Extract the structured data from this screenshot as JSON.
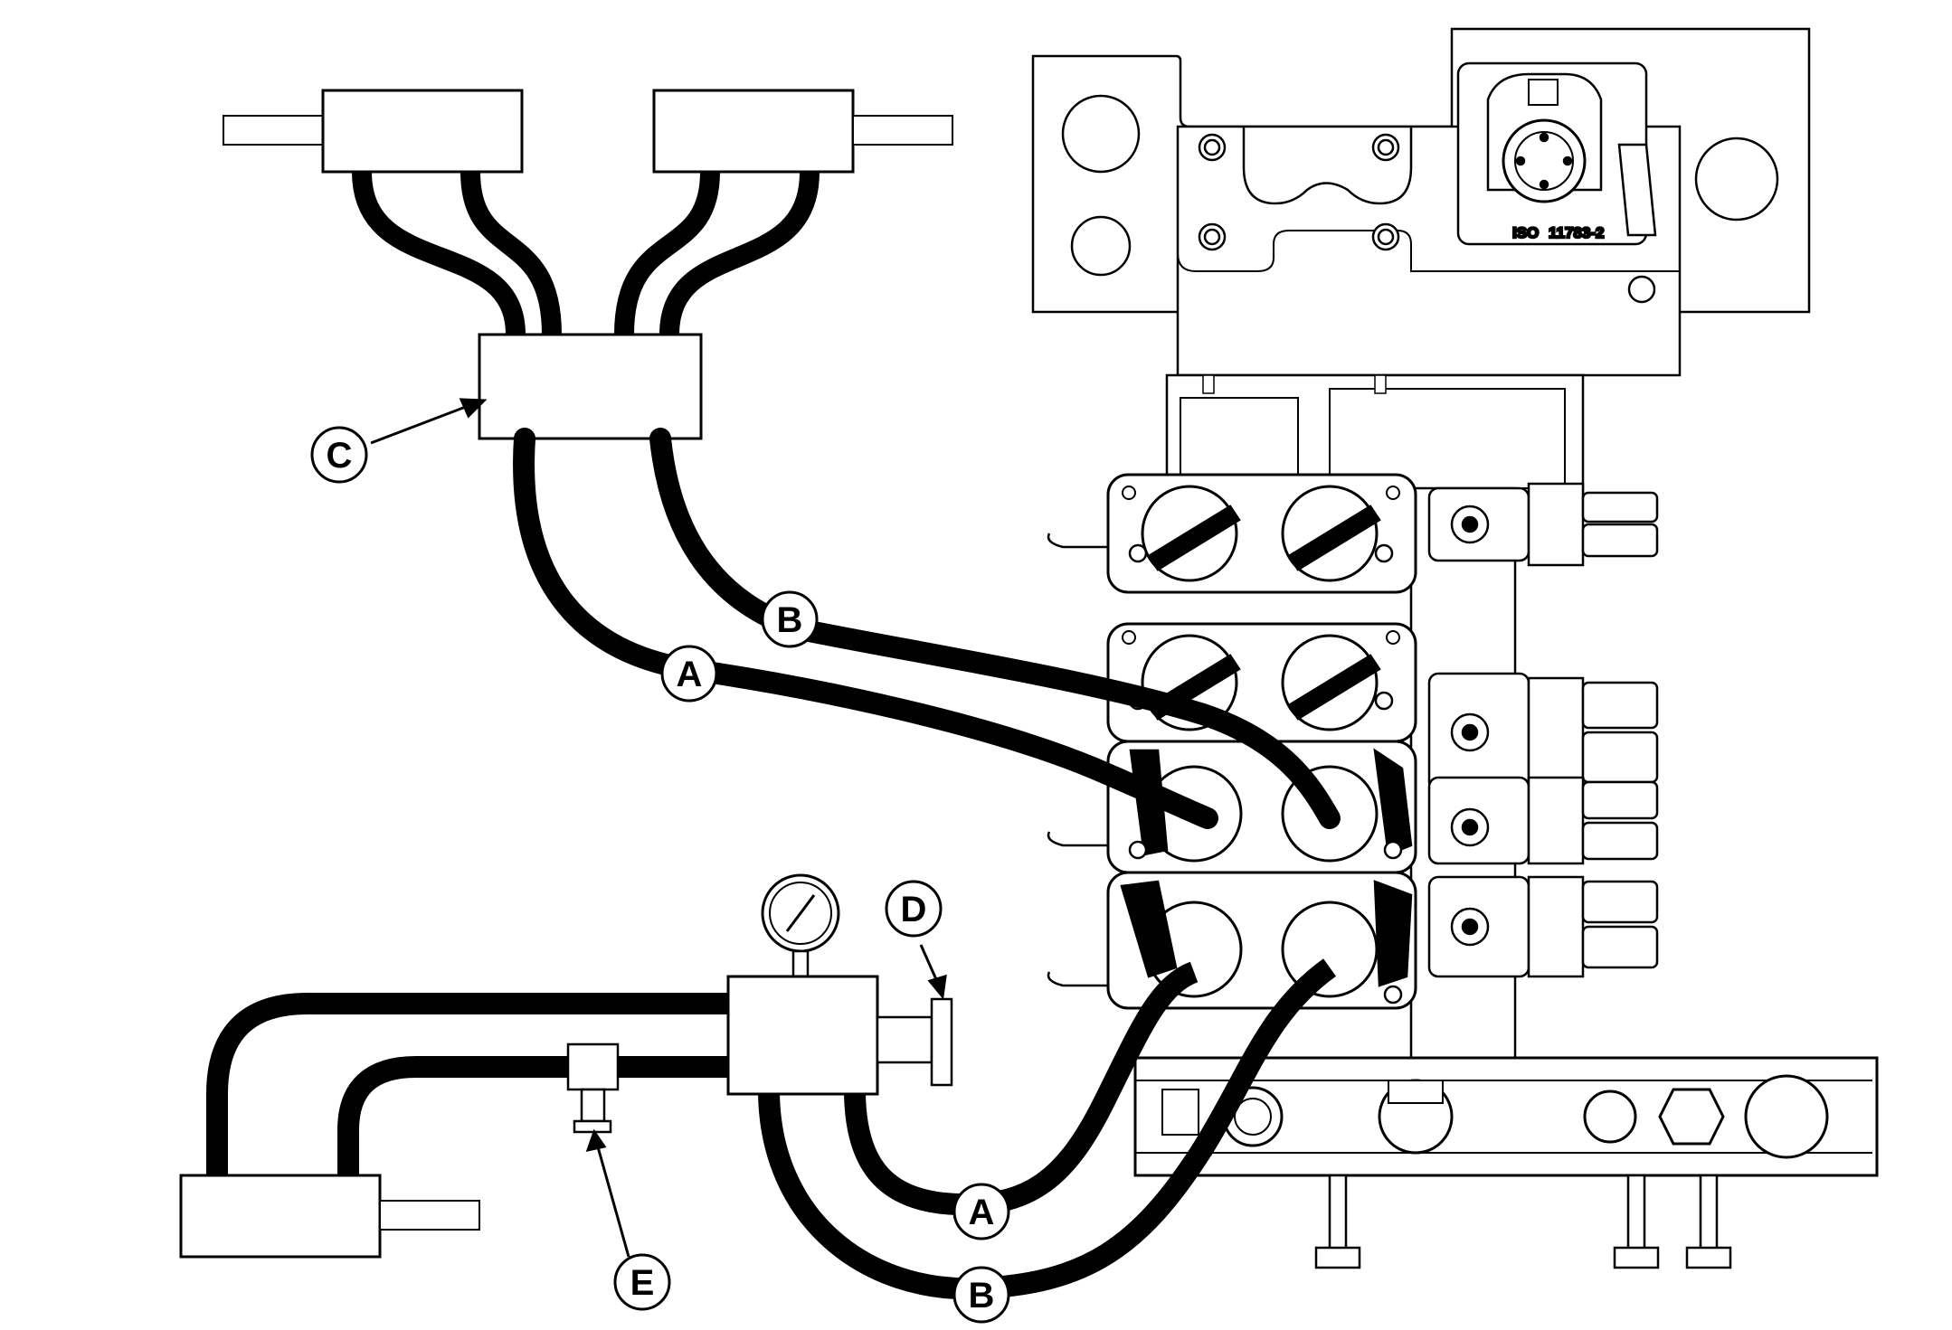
{
  "colors": {
    "line": "#000000",
    "background": "#ffffff"
  },
  "callouts": {
    "C": "C",
    "B_top": "B",
    "A_top": "A",
    "D": "D",
    "E": "E",
    "A_bottom": "A",
    "B_bottom": "B"
  },
  "plate": {
    "text_iso": "ISO",
    "text_std": "11783-2"
  }
}
